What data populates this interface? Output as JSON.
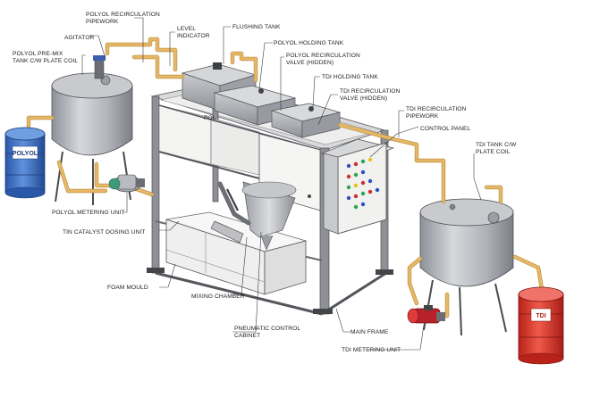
{
  "labels": {
    "polyol_recirc_pipework": [
      "POLYOL RECIRCULATION",
      "PIPEWORK"
    ],
    "agitator": "AGITATOR",
    "level_indicator": [
      "LEVEL",
      "INDICATOR"
    ],
    "flushing_tank": "FLUSHING TANK",
    "polyol_holding_tank": "POLYOL HOLDING TANK",
    "polyol_recirc_valve": [
      "POLYOL RECIRCULATION",
      "VALVE (HIDDEN)"
    ],
    "polyol_premix_tank": [
      "POLYOL PRE-MIX",
      "TANK C/W PLATE COIL"
    ],
    "tdi_holding_tank": "TDI HOLDING TANK",
    "tdi_recirc_valve": [
      "TDI RECIRCULATION",
      "VALVE (HIDDEN)"
    ],
    "tdi_recirc_pipework": [
      "TDI RECIRCULATION",
      "PIPEWORK"
    ],
    "control_panel": "CONTROL PANEL",
    "tdi_tank": [
      "TDI TANK C/W",
      "PLATE COIL"
    ],
    "polyol_metering_unit": "POLYOL METERING UNIT",
    "tin_catalyst_dosing_unit": "TIN CATALYST DOSING UNIT",
    "foam_mould": "FOAM MOULD",
    "mixing_chamber": "MIXING CHAMBER",
    "pneumatic_control_cabinet": [
      "PNEUMATIC CONTROL",
      "CABINET"
    ],
    "main_frame": "MAIN FRAME",
    "tdi_metering_unit": "TDI METERING UNIT"
  },
  "drums": {
    "polyol": "POLYOL",
    "tdi": "TDI"
  },
  "frame_marking": "POL",
  "colors": {
    "pipe": "#e6b866",
    "frame": "#d9d9dc",
    "polyol_drum": "#3c6fc0",
    "tdi_drum": "#d9352a",
    "tank": "#b9bcc2",
    "panel_face": "#f1f1ef",
    "pump": "#b8202a"
  }
}
